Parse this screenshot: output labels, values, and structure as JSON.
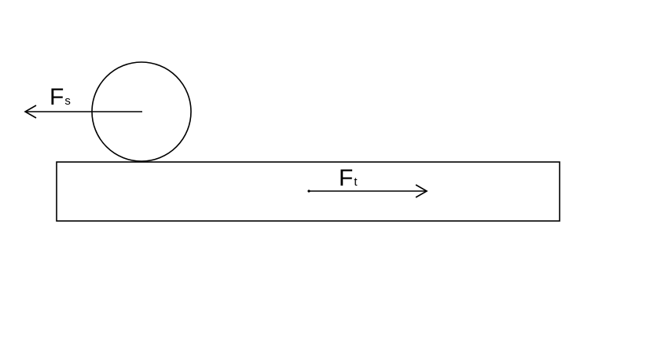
{
  "diagram": {
    "colors": {
      "background": "#ffffff",
      "stroke": "#000000"
    },
    "labels": {
      "ball_force": {
        "main": "F",
        "subscript": "s"
      },
      "plank_force": {
        "main": "F",
        "subscript": "t"
      }
    },
    "arrows": {
      "ball_force_direction": "left",
      "plank_force_direction": "right"
    }
  }
}
